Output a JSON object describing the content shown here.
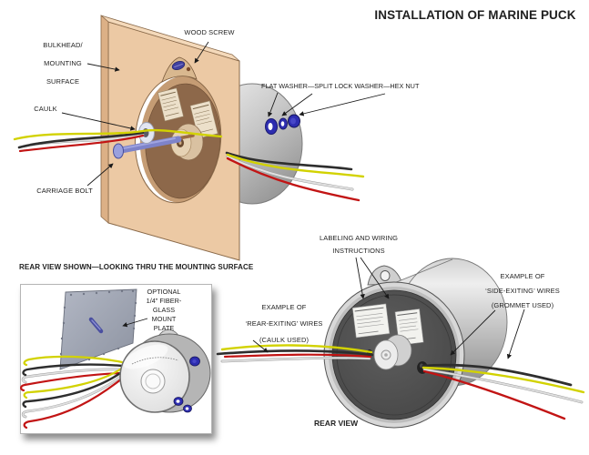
{
  "title": "INSTALLATION OF MARINE PUCK",
  "colors": {
    "board_tan": "#ecc9a4",
    "puck_grey": "#c9c9c9",
    "hardware_blue": "#2d2db0",
    "bolt_purple": "#7e83c9",
    "wire_yellow": "#d2d200",
    "wire_black": "#2e2e2e",
    "wire_red": "#c21414",
    "wire_white": "#e0e0e0"
  },
  "top_view": {
    "labels": {
      "bulkhead_line1": "BULKHEAD/",
      "bulkhead_line2": "MOUNTING",
      "bulkhead_line3": "SURFACE",
      "wood_screw": "WOOD SCREW",
      "caulk": "CAULK",
      "carriage_bolt": "CARRIAGE BOLT",
      "washer_nut": "FLAT WASHER—SPLIT LOCK WASHER—HEX NUT"
    },
    "caption": "REAR VIEW SHOWN—LOOKING THRU THE MOUNTING SURFACE"
  },
  "inset_view": {
    "label_line1": "OPTIONAL",
    "label_line2": "1/4\" FIBER-",
    "label_line3": "GLASS",
    "label_line4": "MOUNT",
    "label_line5": "PLATE"
  },
  "rear_view": {
    "labeling_line1": "LABELING AND WIRING",
    "labeling_line2": "INSTRUCTIONS",
    "rear_exiting_line1": "EXAMPLE OF",
    "rear_exiting_line2": "‘REAR-EXITING’ WIRES",
    "rear_exiting_line3": "(CAULK USED)",
    "side_exiting_line1": "EXAMPLE OF",
    "side_exiting_line2": "‘SIDE-EXITING’ WIRES",
    "side_exiting_line3": "(GROMMET USED)",
    "caption": "REAR VIEW"
  }
}
